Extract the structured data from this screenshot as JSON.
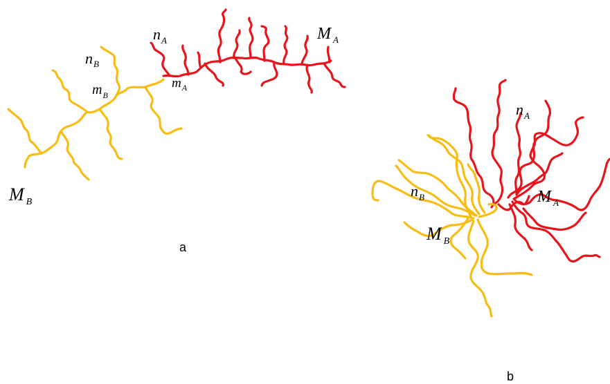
{
  "colors": {
    "polymer_a": "#e8141b",
    "polymer_b": "#f7bd14",
    "background": "#ffffff",
    "text": "#000000"
  },
  "panel_a": {
    "caption": "a",
    "labels": {
      "n_a": {
        "base": "n",
        "sub": "A"
      },
      "M_a": {
        "base": "M",
        "sub": "A"
      },
      "m_a": {
        "base": "m",
        "sub": "A"
      },
      "n_b": {
        "base": "n",
        "sub": "B"
      },
      "m_b": {
        "base": "m",
        "sub": "B"
      },
      "M_b": {
        "base": "M",
        "sub": "B"
      }
    }
  },
  "panel_b": {
    "caption": "b",
    "labels": {
      "n_a": {
        "base": "n",
        "sub": "A"
      },
      "M_a": {
        "base": "M",
        "sub": "A"
      },
      "n_b": {
        "base": "n",
        "sub": "B"
      },
      "M_b": {
        "base": "M",
        "sub": "B"
      }
    }
  }
}
